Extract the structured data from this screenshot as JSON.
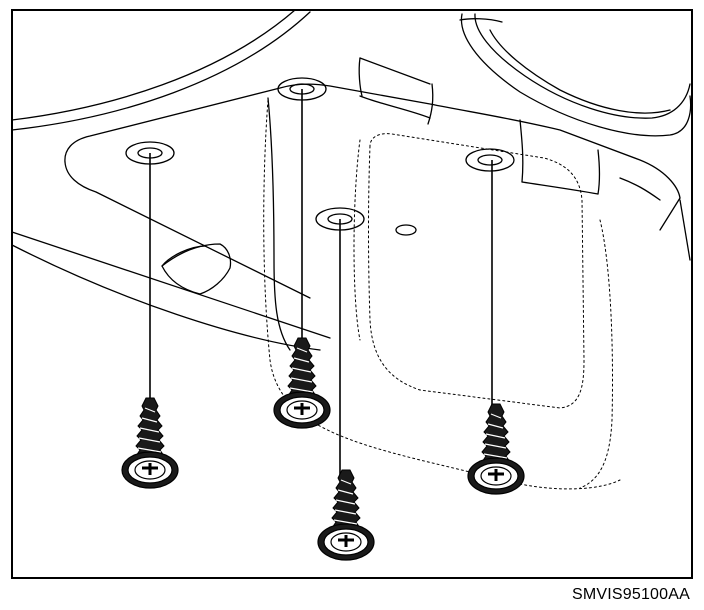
{
  "figure": {
    "code": "SMVIS95100AA",
    "parts": [
      "overhead-console",
      "lens-cover",
      "screw-hole",
      "tapping-screw"
    ],
    "screw_count": 4
  }
}
